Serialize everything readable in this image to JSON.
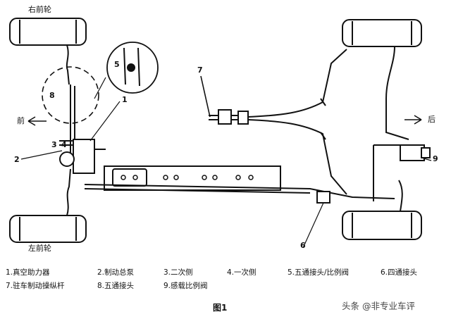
{
  "labels": {
    "right_front_wheel": "右前轮",
    "left_front_wheel": "左前轮",
    "front": "前",
    "rear": "后"
  },
  "callouts": [
    "7",
    "1",
    "5",
    "8",
    "3",
    "4",
    "2",
    "6",
    "9"
  ],
  "legend": [
    "1.真空助力器",
    "2.制动总泵",
    "3.二次侧",
    "4.一次侧",
    "5.五通接头/比例阀",
    "6.四通接头",
    "7.驻车制动操纵杆",
    "8.五通接头",
    "9.感载比例阀"
  ],
  "caption": "图1",
  "watermark": "头条 @非专业车评",
  "colors": {
    "line": "#111111",
    "background": "#ffffff"
  }
}
